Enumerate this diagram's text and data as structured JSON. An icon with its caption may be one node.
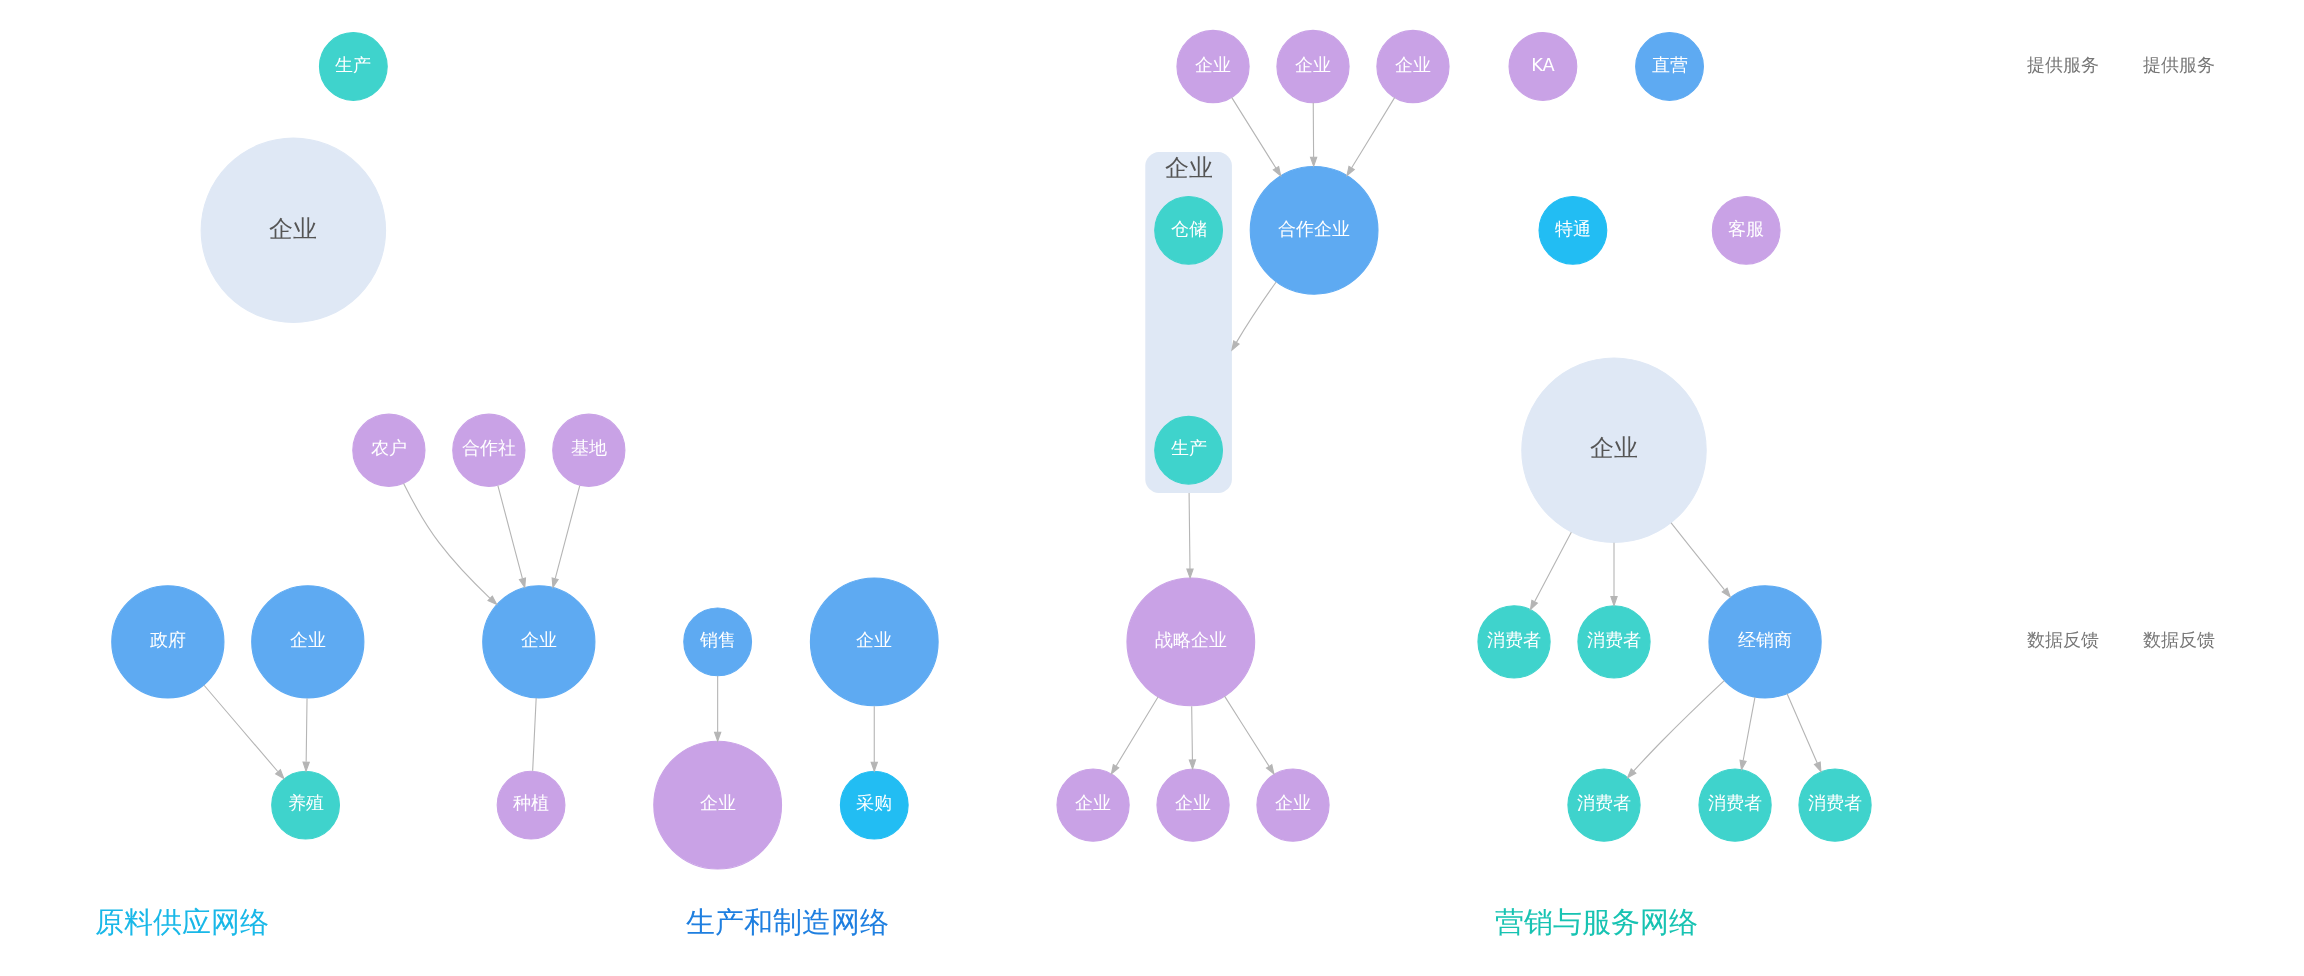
{
  "diagram": {
    "nodes": [
      {
        "text": [
          "基地"
        ]
      },
      {
        "text": [
          "合作社"
        ]
      },
      {
        "text": [
          "农户"
        ]
      },
      {
        "text": [
          "企业"
        ]
      },
      {
        "text": [
          "企业"
        ]
      },
      {
        "text": [
          "企业"
        ]
      },
      {
        "text": [
          "种植"
        ]
      },
      {
        "text": [
          "养殖"
        ]
      },
      {
        "text": [
          "生产"
        ]
      },
      {
        "text": [
          "政府"
        ]
      },
      {
        "text": [
          "企业"
        ]
      },
      {
        "text": [
          "企业"
        ]
      },
      {
        "text": [
          "企业"
        ]
      },
      {
        "text": [
          "合作企业"
        ]
      },
      {
        "text": [
          "企业"
        ]
      },
      {
        "text": [
          "企业"
        ]
      },
      {
        "text": [
          "企业"
        ]
      },
      {
        "text": [
          "企业"
        ]
      },
      {
        "text": [
          "战略企业"
        ]
      },
      {
        "text": [
          "企业"
        ]
      },
      {
        "text": [
          "企业"
        ]
      },
      {
        "text": [
          "生产"
        ],
        "in": 20
      },
      {
        "text": [
          "采购"
        ]
      },
      {
        "text": [
          "销售"
        ]
      },
      {
        "text": [
          "仓储"
        ],
        "in": 20
      },
      {
        "text": [
          "消费者"
        ]
      },
      {
        "text": [
          "消费者"
        ]
      },
      {
        "text": [
          "经销商"
        ]
      },
      {
        "text": [
          "消费者"
        ]
      },
      {
        "text": [
          "KA"
        ]
      },
      {
        "text": [
          "消费者"
        ]
      },
      {
        "text": [
          "特通"
        ]
      },
      {
        "text": [
          "企业"
        ]
      },
      {
        "text": [
          "直营"
        ]
      },
      {
        "text": [
          "客服"
        ]
      },
      {
        "text": [
          "消费者"
        ]
      }
    ],
    "edges": [
      {
        "from": 0,
        "to": 3,
        "arrow": "to"
      },
      {
        "from": 1,
        "to": 3,
        "arrow": "to"
      },
      {
        "from": 2,
        "to": 3,
        "arrow": "to"
      },
      {
        "from": 3,
        "to": 6,
        "arrow": "none"
      },
      {
        "from": 4,
        "to": 7,
        "arrow": "to"
      },
      {
        "from": 9,
        "to": 7,
        "arrow": "to"
      },
      {
        "from": 10,
        "to": 13,
        "arrow": "to"
      },
      {
        "from": 11,
        "to": 13,
        "arrow": "to"
      },
      {
        "from": 12,
        "to": 13,
        "arrow": "to"
      },
      {
        "from": 13,
        "to": 20,
        "arrow": "to"
      },
      {
        "from": 14,
        "to": 22,
        "arrow": "to"
      },
      {
        "from": 20,
        "to": 18,
        "arrow": "to"
      },
      {
        "from": 18,
        "to": 15,
        "arrow": "to"
      },
      {
        "from": 18,
        "to": 16,
        "arrow": "to"
      },
      {
        "from": 18,
        "to": 17,
        "arrow": "to"
      },
      {
        "from": 23,
        "to": 19,
        "arrow": "to"
      },
      {
        "from": 27,
        "to": 25,
        "arrow": "to"
      },
      {
        "from": 27,
        "to": 26,
        "arrow": "to"
      },
      {
        "from": 27,
        "to": 28,
        "arrow": "to"
      },
      {
        "from": 32,
        "to": 27,
        "arrow": "to"
      },
      {
        "from": 32,
        "to": 30,
        "arrow": "to"
      },
      {
        "from": 32,
        "to": 35,
        "arrow": "to"
      }
    ],
    "labels": [
      "提供服务",
      "提供服务",
      "数据反馈",
      "数据反馈",
      "原料供应网络",
      "生产和制造网络",
      "营销与服务网络"
    ]
  }
}
